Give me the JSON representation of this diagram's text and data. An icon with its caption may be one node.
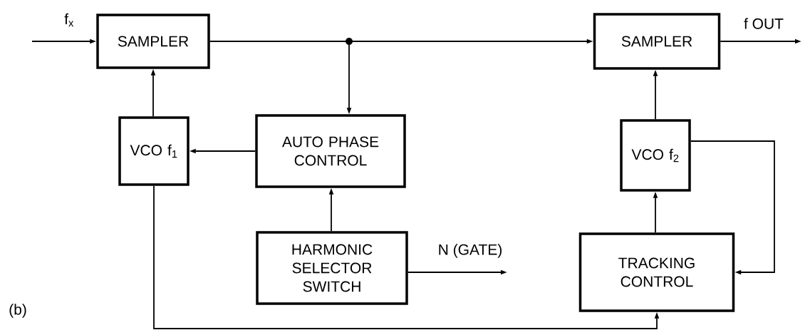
{
  "diagram": {
    "nodes": [
      {
        "text": [
          "SAMPLER"
        ]
      },
      {
        "text": [
          "SAMPLER"
        ]
      },
      {
        "text": [
          "VCO f$_{1}$"
        ]
      },
      {
        "text": [
          "AUTO PHASE CONTROL"
        ]
      },
      {
        "text": [
          "VCO f$_{2}$"
        ]
      },
      {
        "text": [
          "HARMONIC SELECTOR SWITCH"
        ]
      },
      {
        "text": [
          "TRACKING CONTROL"
        ]
      }
    ],
    "edges": [
      {
        "from": null,
        "to": 0,
        "arrow": "to",
        "label": "f$_{x}$"
      },
      {
        "from": 0,
        "to": 1,
        "arrow": "to"
      },
      {
        "from": 0,
        "to": 3,
        "arrow": "to"
      },
      {
        "from": 1,
        "to": null,
        "arrow": "to",
        "label": "f OUT"
      },
      {
        "from": 2,
        "to": 0,
        "arrow": "to"
      },
      {
        "from": 3,
        "to": 2,
        "arrow": "to"
      },
      {
        "from": 5,
        "to": 3,
        "arrow": "to"
      },
      {
        "from": 5,
        "to": null,
        "arrow": "to",
        "label": "N (GATE)"
      },
      {
        "from": 4,
        "to": 1,
        "arrow": "to"
      },
      {
        "from": 6,
        "to": 4,
        "arrow": "to"
      },
      {
        "from": 4,
        "to": 6,
        "arrow": "to"
      },
      {
        "from": 2,
        "to": 6,
        "arrow": "to"
      }
    ],
    "labels": [
      "(b)"
    ]
  }
}
